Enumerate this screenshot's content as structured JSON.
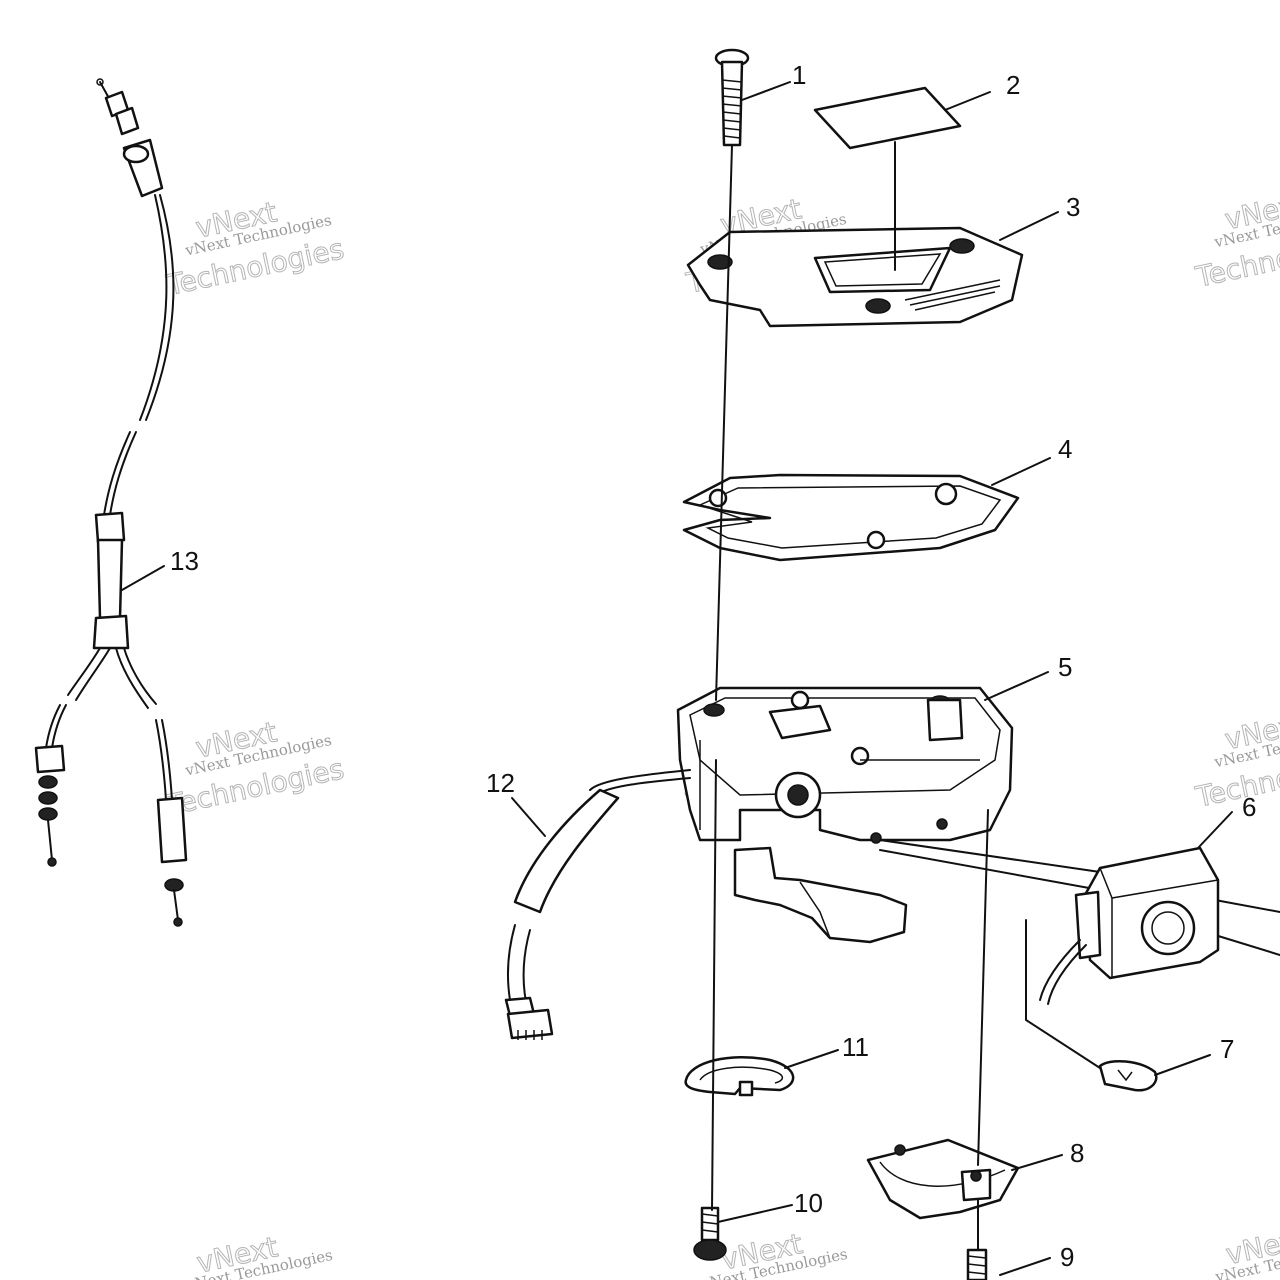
{
  "callouts": [
    {
      "id": "1",
      "label": "1"
    },
    {
      "id": "2",
      "label": "2"
    },
    {
      "id": "3",
      "label": "3"
    },
    {
      "id": "4",
      "label": "4"
    },
    {
      "id": "5",
      "label": "5"
    },
    {
      "id": "6",
      "label": "6"
    },
    {
      "id": "7",
      "label": "7"
    },
    {
      "id": "8",
      "label": "8"
    },
    {
      "id": "9",
      "label": "9"
    },
    {
      "id": "10",
      "label": "10"
    },
    {
      "id": "11",
      "label": "11"
    },
    {
      "id": "12",
      "label": "12"
    },
    {
      "id": "13",
      "label": "13"
    }
  ],
  "watermark": {
    "brand": "vNext Technologies",
    "big_line1": "vNext",
    "big_line2": "Technologies"
  },
  "colors": {
    "ink": "#111111",
    "background": "#ffffff",
    "watermark": "#9a9a9a"
  }
}
